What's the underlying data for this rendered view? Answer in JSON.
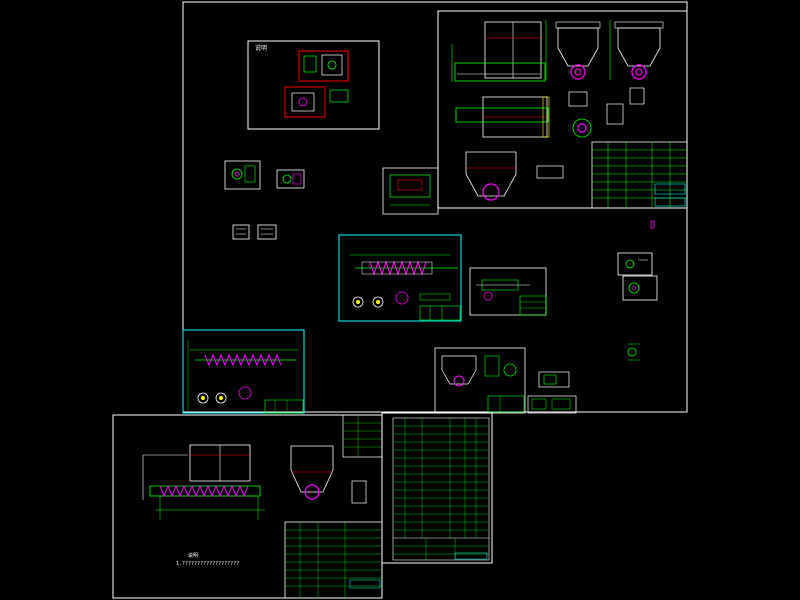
{
  "drawing": {
    "note_title_top": "说明",
    "note_title_bottom": "说明",
    "note_line_bottom": "1.???????????????????",
    "colors": {
      "background": "#000000",
      "frame": "#ffffff",
      "green": "#00ff00",
      "cyan": "#00ffff",
      "red": "#ff0000",
      "magenta": "#ff00ff",
      "yellow": "#ffff00"
    }
  }
}
